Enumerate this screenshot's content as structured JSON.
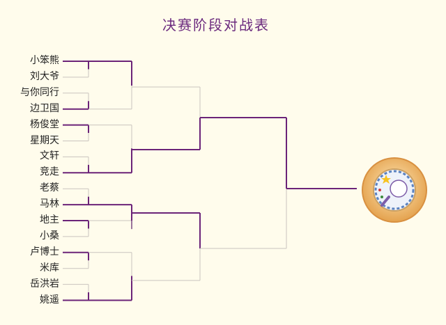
{
  "title": "决赛阶段对战表",
  "colors": {
    "winner_line": "#6b2378",
    "loser_line": "#c9c4be",
    "title": "#6b2a7e",
    "background": "#fffcec"
  },
  "players": [
    {
      "name": "小笨熊",
      "winner": true
    },
    {
      "name": "刘大爷",
      "winner": false
    },
    {
      "name": "与你同行",
      "winner": false
    },
    {
      "name": "边卫国",
      "winner": true
    },
    {
      "name": "杨俊堂",
      "winner": true
    },
    {
      "name": "星期天",
      "winner": false
    },
    {
      "name": "文轩",
      "winner": false
    },
    {
      "name": "竞走",
      "winner": true
    },
    {
      "name": "老蔡",
      "winner": false
    },
    {
      "name": "马林",
      "winner": true
    },
    {
      "name": "地主",
      "winner": true
    },
    {
      "name": "小桑",
      "winner": false
    },
    {
      "name": "卢博士",
      "winner": true
    },
    {
      "name": "米库",
      "winner": false
    },
    {
      "name": "岳洪岩",
      "winner": false
    },
    {
      "name": "姚遥",
      "winner": true
    }
  ],
  "round2_winners": [
    0,
    1,
    0,
    1
  ],
  "round3_winners": [
    1,
    0
  ],
  "final_winner": 0,
  "logo_icon": "tournament-emblem-icon"
}
